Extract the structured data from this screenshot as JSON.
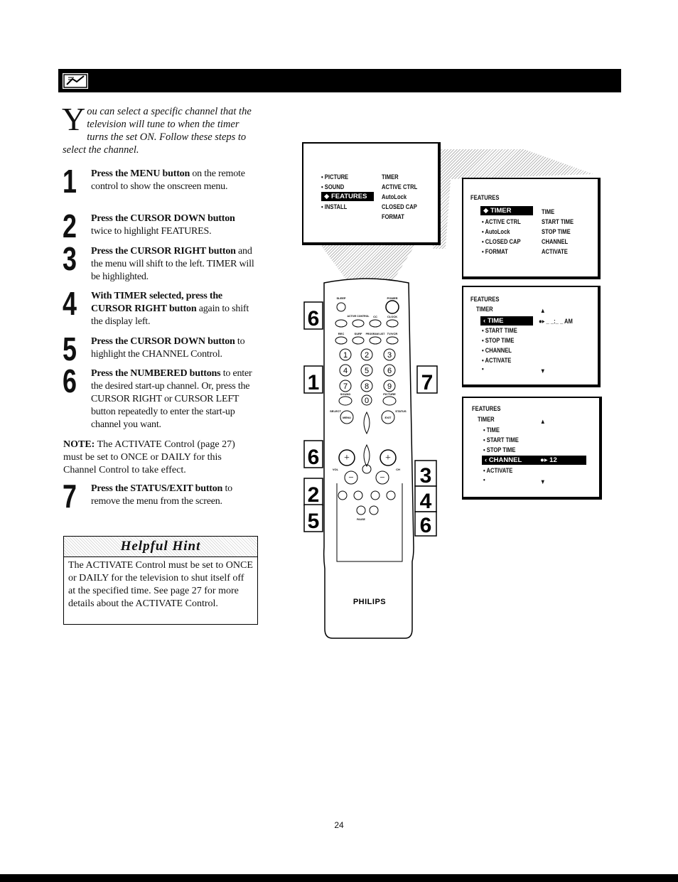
{
  "header": {
    "icon": "hand-pointer-icon"
  },
  "intro": {
    "dropcap": "Y",
    "text": "ou can select a specific channel that the television will tune to when the timer turns the set ON. Follow these steps to select the channel."
  },
  "steps": [
    {
      "num": "1",
      "bold": "Press the MENU button",
      "rest": " on the remote control to show the onscreen menu."
    },
    {
      "num": "2",
      "bold": "Press the CURSOR DOWN button",
      "rest": " twice to highlight FEATURES."
    },
    {
      "num": "3",
      "bold": "Press the CURSOR RIGHT button",
      "rest": " and the menu will shift to the left. TIMER will be highlighted."
    },
    {
      "num": "4",
      "bold": "With TIMER selected, press the CURSOR RIGHT button",
      "rest": " again to shift the display left."
    },
    {
      "num": "5",
      "bold": "Press the CURSOR DOWN button",
      "rest": " to highlight the CHANNEL Control."
    },
    {
      "num": "6",
      "bold": "Press the NUMBERED buttons",
      "rest": " to enter the desired start-up channel. Or, press the CURSOR RIGHT or CURSOR LEFT button repeatedly to enter the start-up channel you want."
    },
    {
      "num": "7",
      "bold": "Press the STATUS/EXIT button",
      "rest": " to remove the menu from the screen."
    }
  ],
  "note": {
    "label": "NOTE:",
    "text": " The ACTIVATE Control (page 27) must be set to ONCE or DAILY for this Channel Control to take effect."
  },
  "hint": {
    "title": "Helpful Hint",
    "body": "The ACTIVATE Control must be set to ONCE or DAILY for the television to shut itself off at the specified time. See page 27 for more details about the ACTIVATE Control."
  },
  "screen1": {
    "left": [
      "• PICTURE",
      "• SOUND",
      "FEATURES",
      "• INSTALL"
    ],
    "right": [
      "TIMER",
      "ACTIVE CTRL",
      "AutoLock",
      "CLOSED CAP",
      "FORMAT"
    ]
  },
  "screen2": {
    "title": "FEATURES",
    "left": [
      "TIMER",
      "• ACTIVE CTRL",
      "• AutoLock",
      "• CLOSED CAP",
      "• FORMAT"
    ],
    "right": [
      "TIME",
      "START TIME",
      "STOP TIME",
      "CHANNEL",
      "ACTIVATE"
    ]
  },
  "screen3": {
    "title": "FEATURES",
    "sub": "TIMER",
    "items": [
      "TIME",
      "• START TIME",
      "• STOP TIME",
      "• CHANNEL",
      "• ACTIVATE",
      "•"
    ],
    "value": "_ _:_ _ AM"
  },
  "screen4": {
    "title": "FEATURES",
    "sub": "TIMER",
    "items": [
      "• TIME",
      "• START TIME",
      "• STOP TIME",
      "CHANNEL",
      "• ACTIVATE",
      "•"
    ],
    "value": "12"
  },
  "remote": {
    "brand": "PHILIPS",
    "labels": {
      "sleep": "SLEEP",
      "power": "POWER",
      "active_control": "ACTIVE CONTROL",
      "cc": "CC",
      "clock": "CLOCK",
      "rec": "REC",
      "surf": "SURF",
      "program_list": "PROGRAM LIST",
      "tv_vcr": "TV/VCR",
      "sound": "SOUND",
      "picture": "PICTURE",
      "select": "SELECT",
      "status": "STATUS",
      "menu": "MENU",
      "exit": "EXIT",
      "vol": "VOL",
      "ch": "CH",
      "pause": "PAUSE"
    },
    "digits": [
      "1",
      "2",
      "3",
      "4",
      "5",
      "6",
      "7",
      "8",
      "9",
      "0"
    ],
    "callouts": [
      "6",
      "1",
      "7",
      "6",
      "2",
      "5",
      "3",
      "4",
      "6"
    ]
  },
  "page_number": "24"
}
